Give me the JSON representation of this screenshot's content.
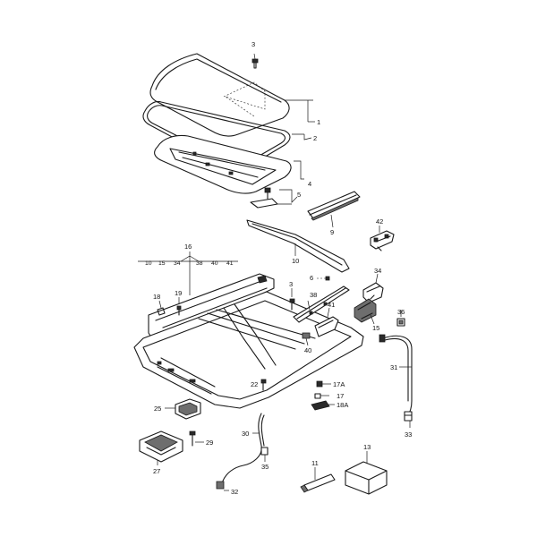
{
  "callouts": {
    "c1": "1",
    "c2": "2",
    "c3a": "3",
    "c3b": "3",
    "c4": "4",
    "c5": "5",
    "c6": "6",
    "c9": "9",
    "c10": "10",
    "c11": "11",
    "c13": "13",
    "c15": "15",
    "c16": "16",
    "c17": "17",
    "c17a": "17A",
    "c18": "18",
    "c18a": "18A",
    "c19": "19",
    "c22": "22",
    "c25": "25",
    "c27": "27",
    "c29": "29",
    "c30": "30",
    "c31": "31",
    "c32": "32",
    "c33": "33",
    "c34": "34",
    "c35": "35",
    "c36": "36",
    "c38": "38",
    "c40": "40",
    "c41": "41",
    "c42": "42"
  },
  "group16": [
    "10",
    "15",
    "34",
    "38",
    "40",
    "41"
  ]
}
